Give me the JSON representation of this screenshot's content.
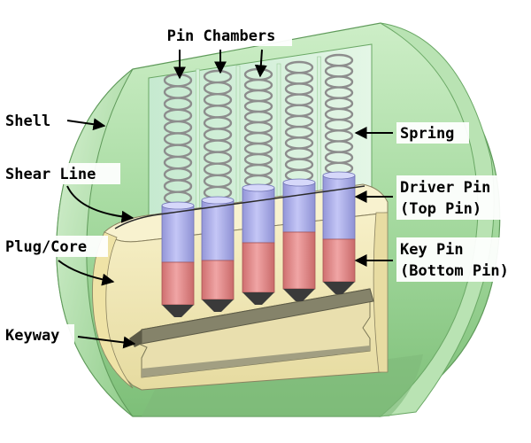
{
  "labels": {
    "pin_chambers": "Pin Chambers",
    "shell": "Shell",
    "shear_line": "Shear Line",
    "plug_core": "Plug/Core",
    "keyway": "Keyway",
    "spring": "Spring",
    "driver_pin_line1": "Driver Pin",
    "driver_pin_line2": "(Top Pin)",
    "key_pin_line1": "Key Pin",
    "key_pin_line2": "(Bottom Pin)"
  },
  "pin_count": 5,
  "colors": {
    "shell": "#a6dba0",
    "shell_dark": "#6fb26a",
    "plug": "#f3eab2",
    "keyway": "#8c8a6e",
    "driver_pin": "#b3b6ef",
    "key_pin": "#e88e8e",
    "spring": "#9a9a9a"
  }
}
